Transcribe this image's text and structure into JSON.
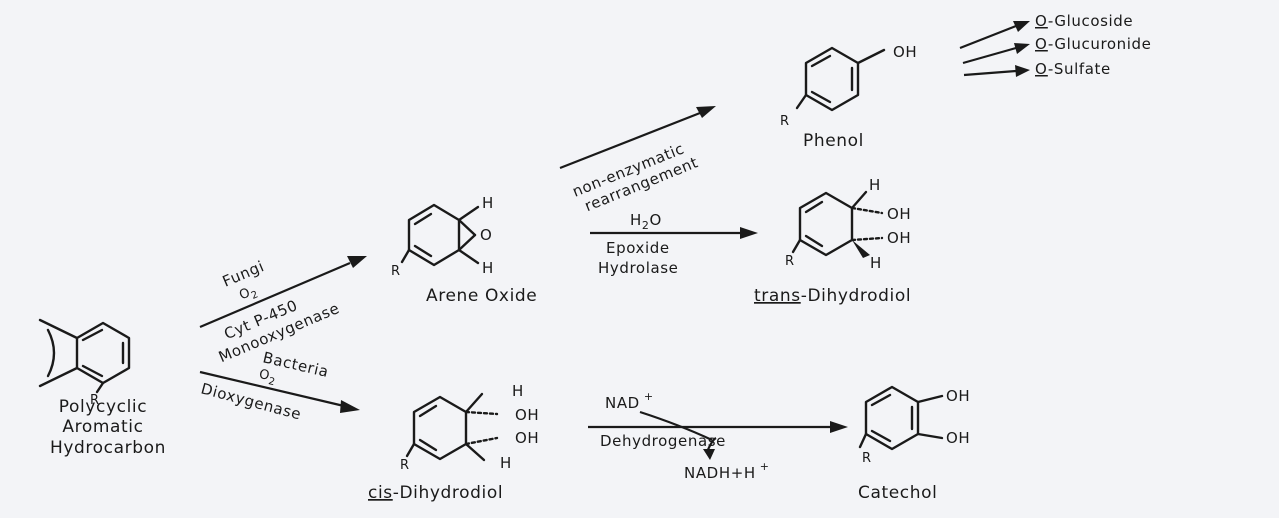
{
  "compounds": {
    "pah": {
      "line1": "Polycyclic",
      "line2": "Aromatic",
      "line3": "Hydrocarbon",
      "substituent": "R"
    },
    "arene_oxide": {
      "name": "Arene Oxide",
      "h_top": "H",
      "h_bottom": "H",
      "oxygen": "O",
      "substituent": "R"
    },
    "phenol": {
      "name": "Phenol",
      "group": "OH",
      "substituent": "R"
    },
    "trans_dihydrodiol": {
      "prefix": "trans",
      "suffix": "-Dihydrodiol",
      "oh_top": "OH",
      "oh_bottom": "OH",
      "h_top": "H",
      "h_bottom": "H",
      "substituent": "R"
    },
    "cis_dihydrodiol": {
      "prefix": "cis",
      "suffix": "-Dihydrodiol",
      "oh_top": "OH",
      "oh_bottom": "OH",
      "h_top": "H",
      "h_bottom": "H",
      "substituent": "R"
    },
    "catechol": {
      "name": "Catechol",
      "oh_top": "OH",
      "oh_bottom": "OH",
      "substituent": "R"
    }
  },
  "conjugates": [
    {
      "prefix": "O",
      "suffix": "-Glucoside"
    },
    {
      "prefix": "O",
      "suffix": "-Glucuronide"
    },
    {
      "prefix": "O",
      "suffix": "-Sulfate"
    }
  ],
  "reactions": {
    "fungi": {
      "organism": "Fungi",
      "cofactor": "O",
      "cofactor_sub": "2",
      "enzyme_line1": "Cyt P-450",
      "enzyme_line2": "Monooxygenase"
    },
    "bacteria": {
      "organism": "Bacteria",
      "cofactor": "O",
      "cofactor_sub": "2",
      "enzyme": "Dioxygenase"
    },
    "rearrangement": {
      "line1": "non-enzymatic",
      "line2": "rearrangement"
    },
    "hydrolase": {
      "reagent_pre": "H",
      "reagent_sub": "2",
      "reagent_post": "O",
      "enzyme_line1": "Epoxide",
      "enzyme_line2": "Hydrolase"
    },
    "dehydrogenase": {
      "cofactor_in": "NAD",
      "cofactor_in_sup": "+",
      "enzyme": "Dehydrogenase",
      "cofactor_out": "NADH+H",
      "cofactor_out_sup": "+"
    }
  }
}
